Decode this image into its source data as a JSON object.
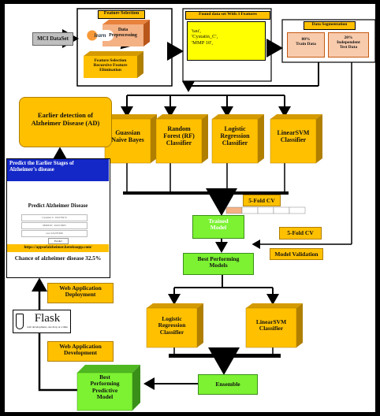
{
  "feature_selection": {
    "title": "Feature Selection",
    "logo": "learn",
    "preprocessing": "Data\nPreprocessing",
    "rfe": "Feature Selection\nRecursive Feature\nElimination"
  },
  "dataset": "MCI DataSet",
  "found": {
    "title": "Found data set With 3 Features",
    "features": "'tau',\n'Cystatin_C',\n'MMP 10',"
  },
  "segmentation": {
    "title": "Data Segmentation",
    "train": "80%\nTrain Data",
    "test": "20%\nIndependent\nTest Data"
  },
  "detection": "Earlier detection of\nAlzheimer Disease (AD)",
  "classifiers": [
    "Guassian\nNaive Bayes",
    "Random\nForest (RF)\nClassifier",
    "Logistic\nRegression\nClassifier",
    "LinearSVM\nClassifier"
  ],
  "webapp": {
    "banner": "Predict the Earlier Stages of\nAlzheimer's disease",
    "heading": "Predict Alzheimer Disease",
    "inputs": [
      "Cystatin C: 0.0276272",
      "MMP10: -0.0215605",
      "tau: 0.0270368"
    ],
    "button": "Predict",
    "url": "https://appsofalzheimer.herokuapp.com/",
    "result": "Chance of alzheimer disease 32.5%"
  },
  "labels": {
    "cv1": "5-Fold CV",
    "cv2": "5-Fold CV",
    "trained": "Trained\nModel",
    "best": "Best Performing\nModels",
    "validation": "Model Validation",
    "deployment": "Web Application\nDeployment",
    "development": "Web Application\nDevelopment",
    "final_lr": "Logistic\nRegression\nClassifier",
    "final_svm": "LinearSVM\nClassifier",
    "ensemble": "Ensemble",
    "predictive": "Best\nPerforming\nPredictive\nModel",
    "flask": "Flask",
    "flask_sub": "web development,\none drop at a time"
  },
  "colors": {
    "orange": "#ffc000",
    "orange_dark": "#d49a00",
    "green": "#7cf232",
    "green_dark": "#4fb820",
    "blue": "#0b1fd6",
    "banner": "#1428c8",
    "cv_fill": "#f4b183"
  }
}
